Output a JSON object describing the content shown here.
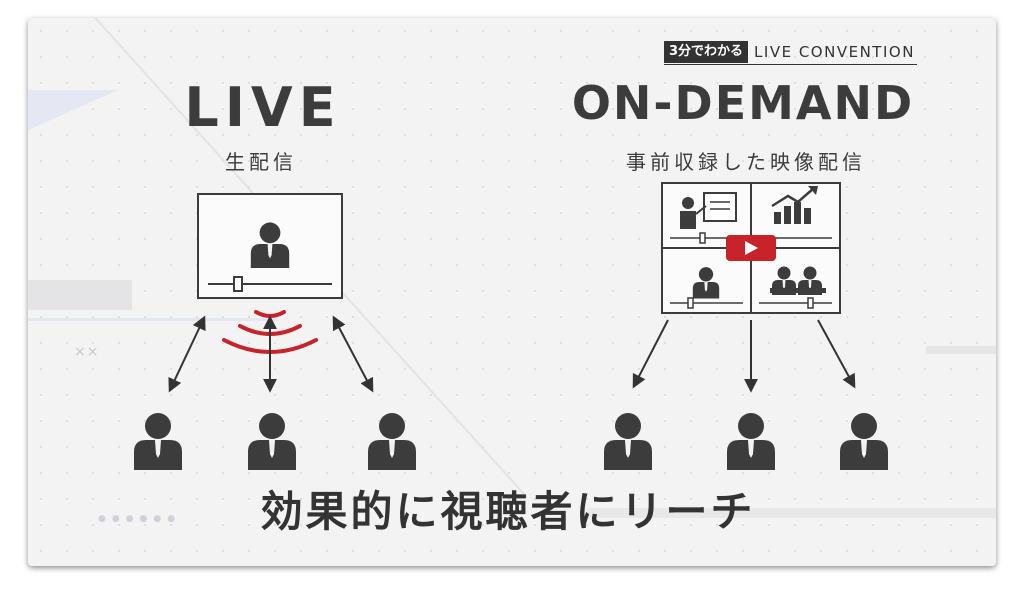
{
  "brand": {
    "tag": "3分でわかる",
    "name": "LIVE CONVENTION"
  },
  "live": {
    "title": "LIVE",
    "subtitle": "生配信"
  },
  "ondemand": {
    "title": "ON-DEMAND",
    "subtitle": "事前収録した映像配信"
  },
  "tagline": "効果的に視聴者にリーチ",
  "decor": {
    "marks": "××",
    "dots": "●●●●●●"
  },
  "colors": {
    "accent": "#c8232b",
    "ink": "#3c3c3c"
  }
}
